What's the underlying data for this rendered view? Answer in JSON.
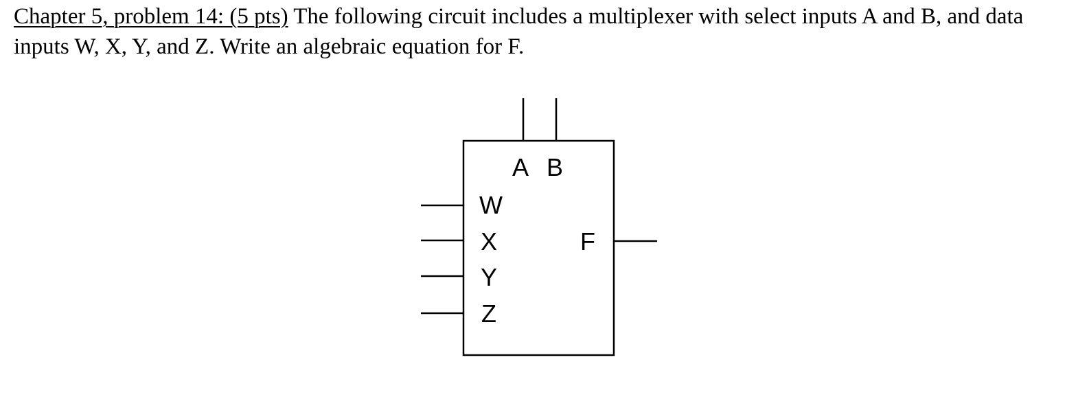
{
  "problem": {
    "label": "Chapter 5, problem 14: (5 pts)",
    "text": " The following circuit includes a multiplexer with select inputs A and B, and data inputs W, X, Y, and Z. Write an algebraic equation for F."
  },
  "diagram": {
    "select_inputs": [
      "A",
      "B"
    ],
    "data_inputs": [
      "W",
      "X",
      "Y",
      "Z"
    ],
    "output": "F",
    "line_color": "#000000"
  }
}
